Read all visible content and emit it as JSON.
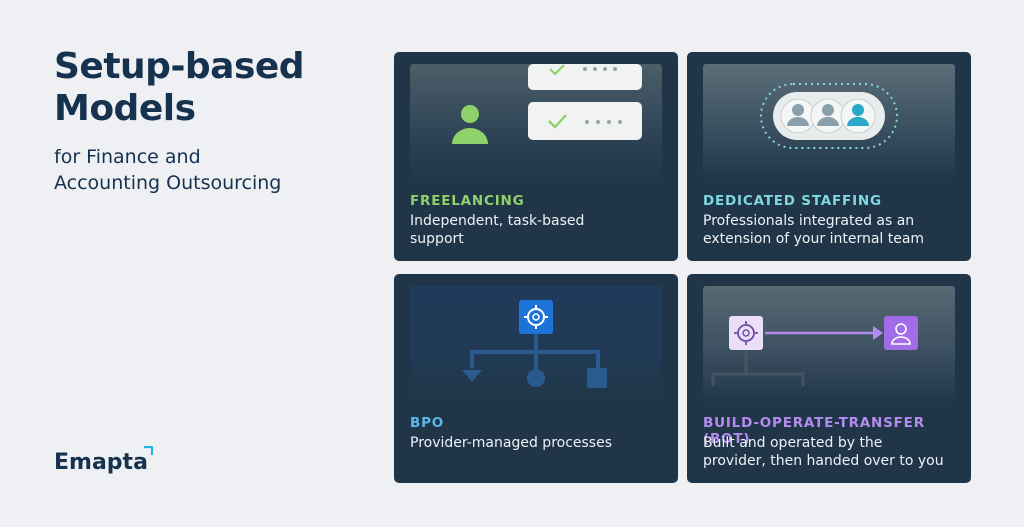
{
  "header": {
    "title_line1": "Setup-based",
    "title_line2": "Models",
    "subtitle_line1": "for Finance and",
    "subtitle_line2": "Accounting Outsourcing"
  },
  "brand": {
    "name": "Emapta",
    "accent": "#2bb3e0"
  },
  "cards": [
    {
      "label": "FREELANCING",
      "label_color": "#8fd16a",
      "desc_line1": "Independent, task-based",
      "desc_line2": "support",
      "icon": "user-checklist-icon"
    },
    {
      "label": "DEDICATED STAFFING",
      "label_color": "#7fd8e0",
      "desc_line1": "Professionals integrated as an",
      "desc_line2": "extension of your internal team",
      "icon": "team-group-icon"
    },
    {
      "label": "BPO",
      "label_color": "#5ab8ea",
      "desc_line1": "Provider-managed processes",
      "desc_line2": "",
      "icon": "gear-hierarchy-icon"
    },
    {
      "label": "BUILD-OPERATE-TRANSFER (BOT)",
      "label_color": "#b48cf0",
      "desc_line1": "Built and operated by the",
      "desc_line2": "provider, then handed over to you",
      "icon": "gear-to-user-arrow-icon"
    }
  ]
}
